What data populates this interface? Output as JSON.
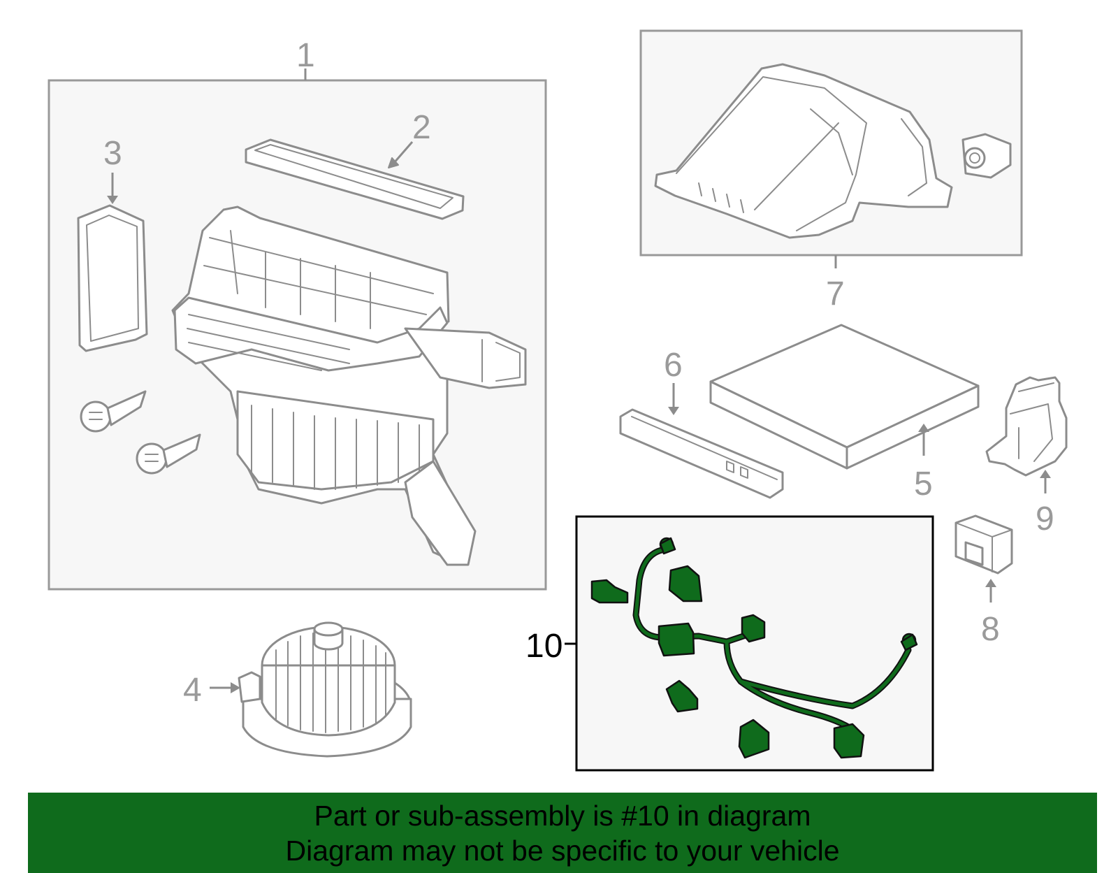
{
  "diagram": {
    "callouts": [
      {
        "id": "1",
        "label": "1"
      },
      {
        "id": "2",
        "label": "2"
      },
      {
        "id": "3",
        "label": "3"
      },
      {
        "id": "4",
        "label": "4"
      },
      {
        "id": "5",
        "label": "5"
      },
      {
        "id": "6",
        "label": "6"
      },
      {
        "id": "7",
        "label": "7"
      },
      {
        "id": "8",
        "label": "8"
      },
      {
        "id": "9",
        "label": "9"
      },
      {
        "id": "10",
        "label": "10"
      }
    ],
    "highlighted_part": "10",
    "colors": {
      "highlight_fill": "#0f6b1c",
      "banner_background": "#0f6b1c",
      "line_gray": "#8c8c8c",
      "box_background": "#f7f7f7"
    }
  },
  "banner": {
    "line1": "Part or sub-assembly is #10 in diagram",
    "line2": "Diagram may not be specific to your vehicle"
  }
}
